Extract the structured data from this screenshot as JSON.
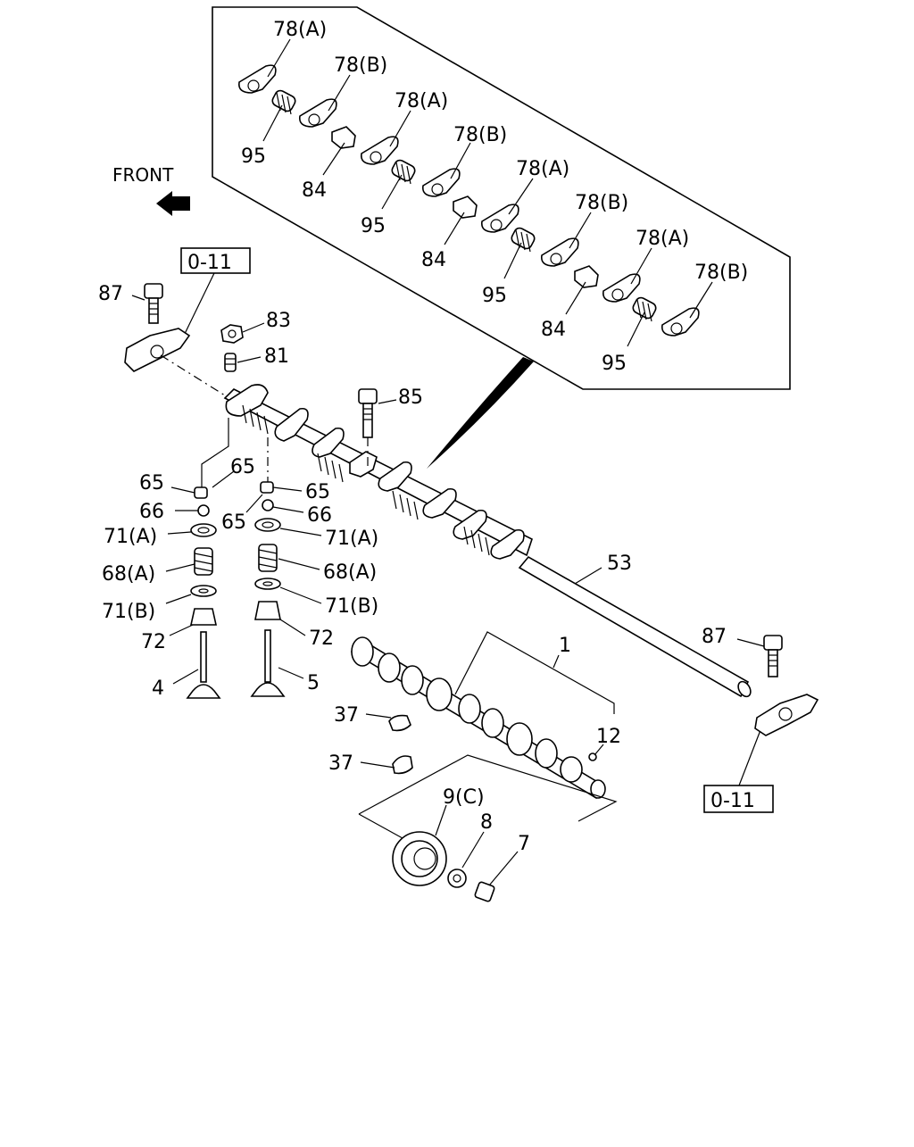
{
  "direction_label": "FRONT",
  "ref_boxes": [
    "0-11",
    "0-11"
  ],
  "rocker_set": {
    "arms": [
      "78(A)",
      "78(B)",
      "78(A)",
      "78(B)",
      "78(A)",
      "78(B)",
      "78(A)",
      "78(B)"
    ],
    "springs": [
      "95",
      "95",
      "95",
      "95"
    ],
    "brackets": [
      "84",
      "84",
      "84"
    ]
  },
  "parts": {
    "bolt_87_left": "87",
    "bolt_87_right": "87",
    "nut_83": "83",
    "screw_81": "81",
    "bolt_85": "85",
    "shaft_53": "53",
    "camshaft_1": "1",
    "pin_12": "12",
    "gear_9c": "9(C)",
    "washer_8": "8",
    "bolt_7": "7",
    "bearing_37_top": "37",
    "bearing_37_bottom": "37",
    "valve_4": "4",
    "valve_5": "5"
  },
  "valve_train_left": {
    "cap_65": "65",
    "collet_66": "66",
    "retainer_71a": "71(A)",
    "spring_68a": "68(A)",
    "seat_71b": "71(B)",
    "seal_72": "72"
  },
  "valve_train_right": {
    "cap_65": "65",
    "cap_65_b": "65",
    "collet_66": "66",
    "retainer_71a": "71(A)",
    "spring_68a": "68(A)",
    "seat_71b": "71(B)",
    "seal_72": "72"
  },
  "extra_labels": {
    "cap_65_top": "65"
  }
}
